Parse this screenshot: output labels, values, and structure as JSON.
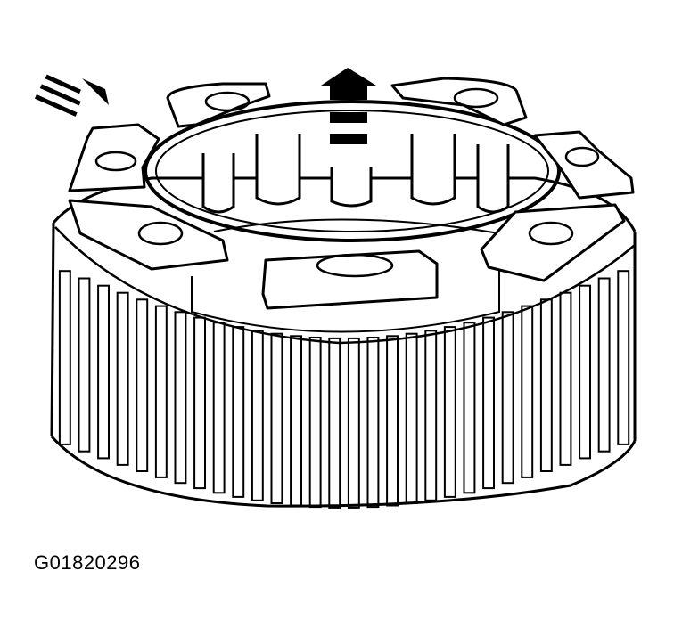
{
  "figure": {
    "code": "G01820296",
    "ink_color": "#000000",
    "paper_color": "#ffffff"
  },
  "parts": {
    "outer_gear_teeth": 30,
    "rollers": 5,
    "clips": 7
  },
  "icons": [
    "rotation-arrow-icon",
    "lift-arrow-icon"
  ]
}
